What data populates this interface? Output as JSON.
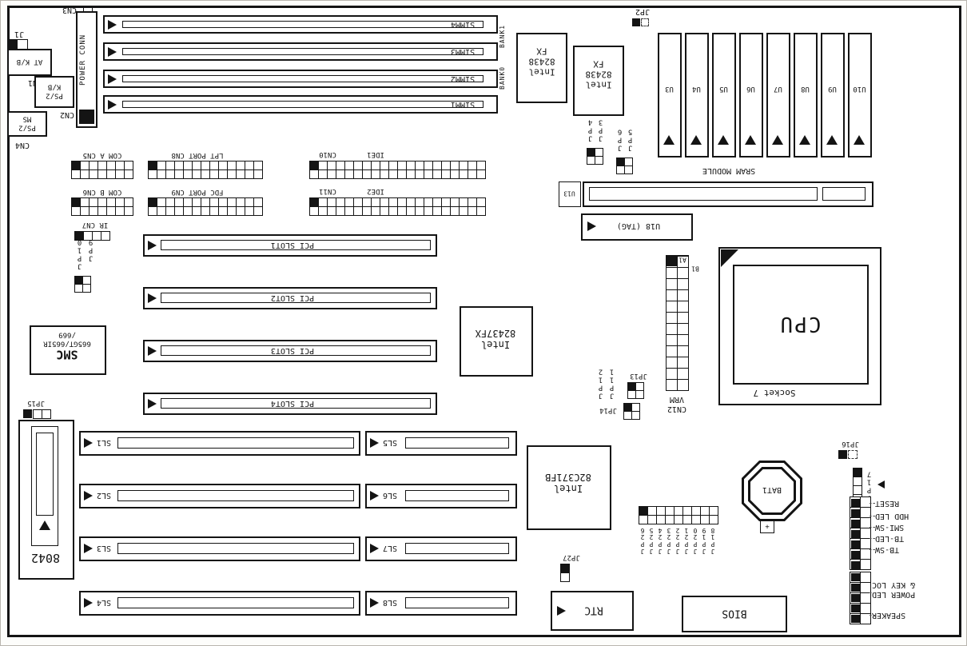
{
  "io": {
    "j1": "J1",
    "cn3": "CN3",
    "power_conn": "POWER CONN",
    "at_kb": "AT K/B",
    "cn1": "CN1",
    "ps2_kb_l1": "PS/2",
    "ps2_kb_l2": "K/B",
    "cn2": "CN2",
    "ps2_ms_l1": "PS/2",
    "ps2_ms_l2": "MS",
    "cn4": "CN4"
  },
  "memory": {
    "simm": [
      "SIMM4",
      "SIMM3",
      "SIMM2",
      "SIMM1"
    ],
    "bank1": "BANK1",
    "bank0": "BANK0",
    "sram_module": "SRAM MODULE",
    "u13": "U13",
    "u18": "U18 (TAG)"
  },
  "cache": [
    "U3",
    "U4",
    "U5",
    "U6",
    "U7",
    "U8",
    "U9",
    "U10"
  ],
  "chips": {
    "i82438a": [
      "Intel",
      "82438",
      "FX"
    ],
    "i82438b": [
      "Intel",
      "82438",
      "FX"
    ],
    "i82437": [
      "Intel",
      "82437FX"
    ],
    "i82c371": [
      "Intel",
      "82C371FB"
    ],
    "smc": [
      "SMC",
      "665GT/665IR",
      "/669"
    ],
    "kbc": "8042",
    "bios": "BIOS",
    "rtc": "RTC"
  },
  "cpu": {
    "label": "CPU",
    "socket": "Socket 7",
    "cn12": "CN12",
    "vrm": "VRM",
    "a1": "A1",
    "b1": "B1"
  },
  "battery": {
    "label": "BAT1",
    "plus": "+"
  },
  "headers": {
    "com_a": "COM A CN5",
    "com_b": "COM B CN6",
    "ir": "IR CN7",
    "lpt": "LPT PORT CN8",
    "fdc": "FDC PORT CN9",
    "cn10": "CN10",
    "ide1": "IDE1",
    "cn11": "CN11",
    "ide2": "IDE2"
  },
  "slots": {
    "pci": [
      "PCI SLOT1",
      "PCI SLOT2",
      "PCI SLOT3",
      "PCI SLOT4"
    ],
    "isa": [
      "SL1",
      "SL2",
      "SL3",
      "SL4",
      "SL5",
      "SL6",
      "SL7",
      "SL8"
    ]
  },
  "jumpers": {
    "jp2": "JP2",
    "jp3": "JP3",
    "jp4": "JP4",
    "jp5": "JP5",
    "jp6": "JP6",
    "jp9": "JP9",
    "jp10": "JP10",
    "jp11": "JP11",
    "jp12": "JP12",
    "jp13": "JP13",
    "jp14": "JP14",
    "jp15": "JP15",
    "jp16": "JP16",
    "jp17": "JP17",
    "jp27": "JP27",
    "block": [
      "JP18",
      "JP19",
      "JP20",
      "JP21",
      "JP22",
      "JP23",
      "JP24",
      "JP25",
      "JP26"
    ]
  },
  "front_panel": {
    "reset": "RESET",
    "hdd_led": "HDD LED",
    "smi_sw": "SMI-SW",
    "tb_led": "TB-LED",
    "tb_sw": "TB-SW",
    "power_led": "POWER LED",
    "key_loc": "& KEY LOC",
    "speaker": "SPEAKER"
  }
}
